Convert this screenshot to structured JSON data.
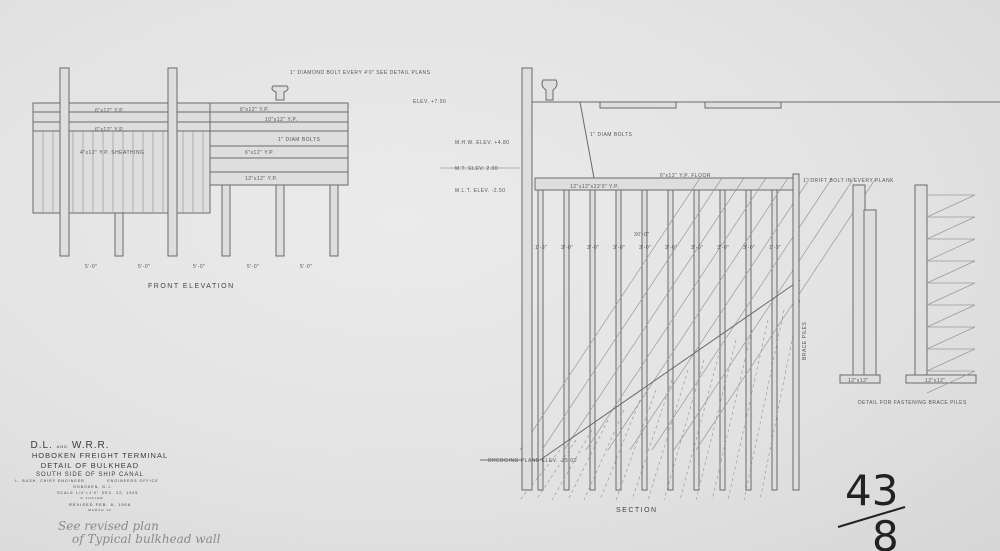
{
  "front_elevation": {
    "caption": "FRONT ELEVATION",
    "note": "1\" DIAMOND BOLT EVERY 4'0\" SEE DETAIL PLANS",
    "sheathing_label": "4\"x12\" Y.P. SHEATHING",
    "bolts_label": "1\" DIAM BOLTS",
    "boards": [
      "6\"x12\" Y.P.",
      "6\"x12\" Y.P.",
      "6\"x12\" Y.P.",
      "10\"x12\" Y.P.",
      "6\"x12\" Y.P.",
      "12\"x12\" Y.P."
    ],
    "spacings": [
      "5'-0\"",
      "5'-0\"",
      "5'-0\"",
      "5'-0\"",
      "5'-0\""
    ]
  },
  "section": {
    "caption": "SECTION",
    "elevations": [
      "ELEV. +7.00",
      "M.H.W. ELEV. +4.80",
      "M.T. ELEV. 2.00",
      "M.L.T. ELEV. -2.50"
    ],
    "bolts_label": "1\" DIAM BOLTS",
    "platform_label": "12\"x12\"x22'0\" Y.P.",
    "floor_label": "6\"x12\" Y.P. FLOOR",
    "drift_bolt": "1\" DRIFT BOLT IN EVERY PLANK",
    "span_label": "30'-0\"",
    "pile_spacings": [
      "1'-3\"",
      "3'-0\"",
      "3'-0\"",
      "3'-0\"",
      "3'-0\"",
      "3'-0\"",
      "3'-0\"",
      "3'-0\"",
      "3'-0\"",
      "1'-3\""
    ],
    "dredging": "DREDGING PLANE ELEV. -35.00",
    "pile_label": "BRACE PILES"
  },
  "detail": {
    "caption": "DETAIL FOR FASTENING BRACE PILES",
    "dims": [
      "12\"x12\"",
      "12\"x12\""
    ]
  },
  "title_block": {
    "line1_a": "D.L.",
    "line1_and": "AND",
    "line1_b": "W.R.R.",
    "line2": "HOBOKEN FREIGHT TERMINAL",
    "line3": "DETAIL OF BULKHEAD",
    "line4": "SOUTH SIDE OF SHIP CANAL",
    "engineer": "L. BUSH, CHIEF ENGINEER",
    "office": "ENGINEERS OFFICE",
    "place": "HOBOKEN, N.J.",
    "scale": "SCALE 1/4\"=1'0\"",
    "date": "DEC. 22, 1905",
    "drawn": "G.THAYER",
    "revised": "REVISED FEB. 8, 1906",
    "revised_by": "MARCH 10"
  },
  "annotations": {
    "handwritten_note_1": "See revised plan",
    "handwritten_note_2": "of Typical bulkhead wall",
    "sheet_number_top": "43",
    "sheet_number_bottom": "8"
  }
}
